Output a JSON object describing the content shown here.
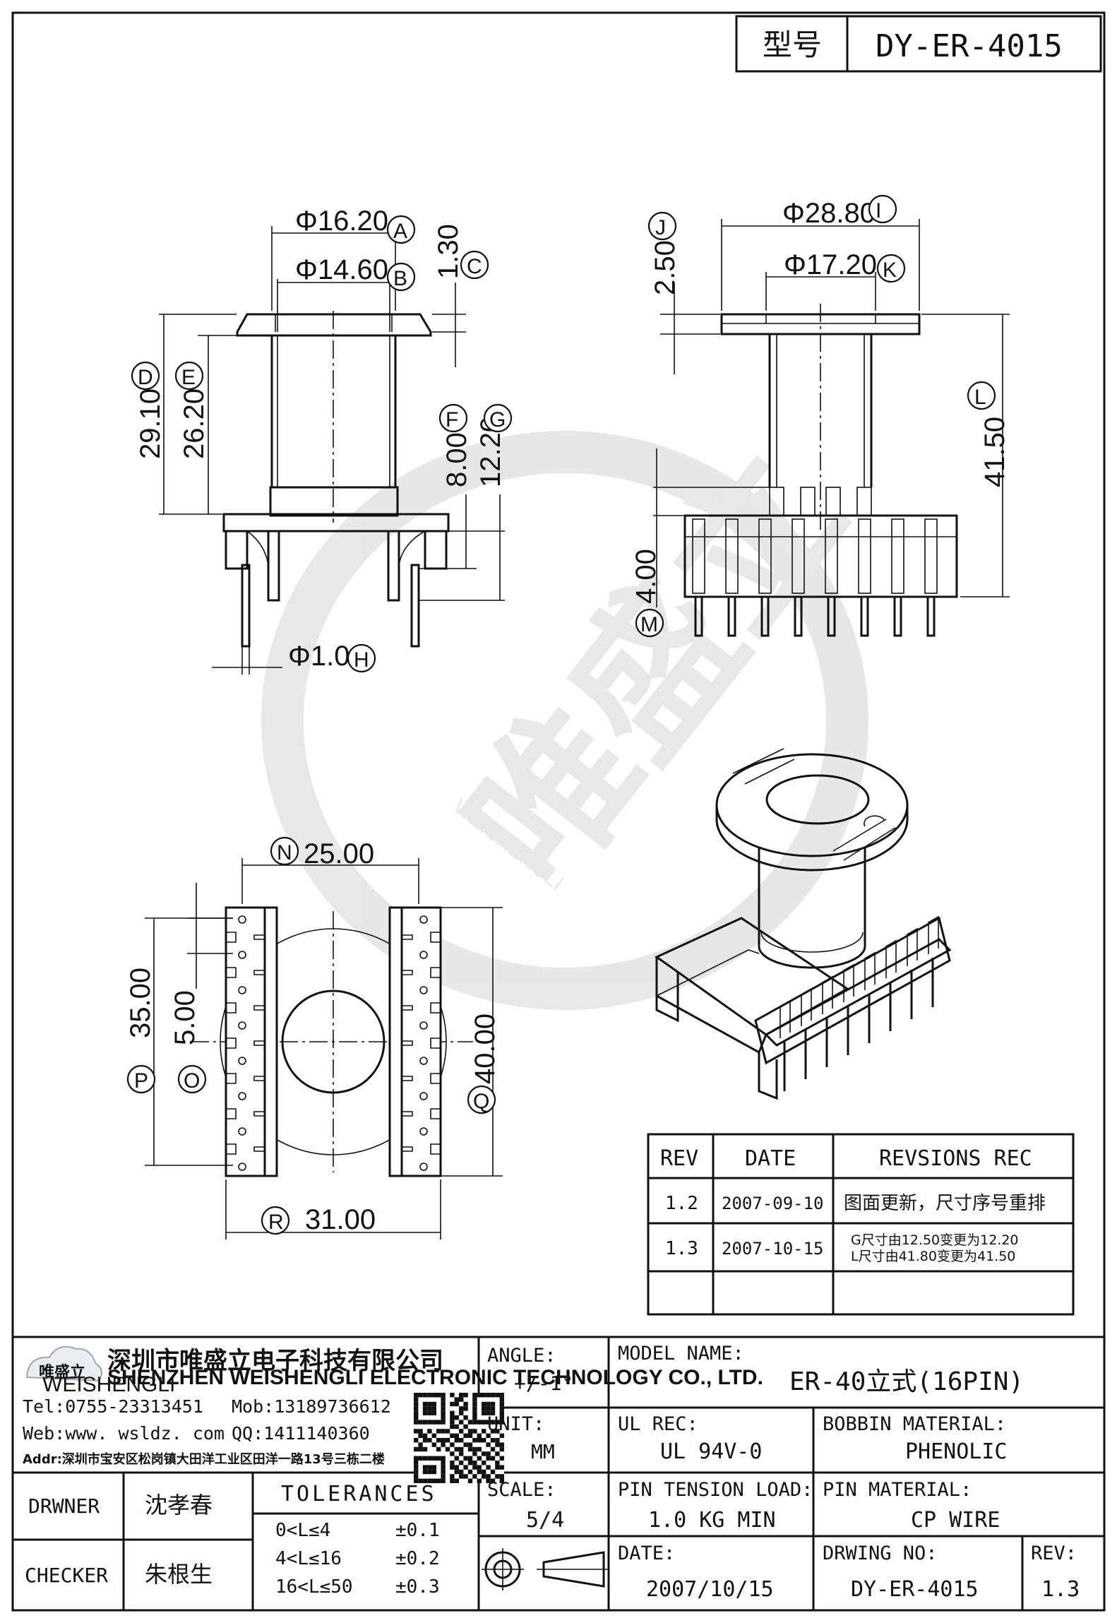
{
  "title_block_top": {
    "type_label": "型号",
    "type_value": "DY-ER-4015"
  },
  "front_view": {
    "dims": {
      "A": "Φ16.20",
      "B": "Φ14.60",
      "C": "1.30",
      "D": "29.10",
      "E": "26.20",
      "F": "8.00",
      "G": "12.20",
      "H": "Φ1.00"
    },
    "letters": [
      "A",
      "B",
      "C",
      "D",
      "E",
      "F",
      "G",
      "H"
    ]
  },
  "side_view": {
    "dims": {
      "I": "Φ28.80",
      "J": "2.50",
      "K": "Φ17.20",
      "L": "41.50",
      "M": "4.00"
    },
    "letters": [
      "I",
      "J",
      "K",
      "L",
      "M"
    ]
  },
  "bottom_view": {
    "dims": {
      "N": "25.00",
      "O": "5.00",
      "P": "35.00",
      "Q": "40.00",
      "R": "31.00"
    },
    "letters": [
      "N",
      "O",
      "P",
      "Q",
      "R"
    ]
  },
  "watermark": {
    "cn": "唯盛立",
    "en": "WEISHENGLI"
  },
  "revisions": {
    "headers": [
      "REV",
      "DATE",
      "REVSIONS REC"
    ],
    "rows": [
      {
        "rev": "1.2",
        "date": "2007-09-10",
        "rec1": "图面更新，尺寸序号重排",
        "rec2": ""
      },
      {
        "rev": "1.3",
        "date": "2007-10-15",
        "rec1": "G尺寸由12.50变更为12.20",
        "rec2": "L尺寸由41.80变更为41.50"
      },
      {
        "rev": "",
        "date": "",
        "rec1": "",
        "rec2": ""
      }
    ]
  },
  "company": {
    "logo_text": "唯盛立",
    "logo_sub": "WEISHENGLI",
    "name_cn": "深圳市唯盛立电子科技有限公司",
    "name_en": "SHENZHEN WEISHENGLI ELECTRONIC TECHNOLOGY CO., LTD.",
    "tel": "Tel:0755-23313451",
    "mob": "Mob:13189736612",
    "web": "Web:www. wsldz. com",
    "qq": "QQ:1411140360",
    "addr": "Addr:深圳市宝安区松岗镇大田洋工业区田洋一路13号三栋二楼"
  },
  "title_block": {
    "angle_label": "ANGLE:",
    "angle_value": "+/-1°",
    "model_label": "MODEL NAME:",
    "model_value": "ER-40立式(16PIN)",
    "unit_label": "UNIT:",
    "unit_value": "MM",
    "ul_label": "UL REC:",
    "ul_value": "UL 94V-0",
    "bobbin_label": "BOBBIN MATERIAL:",
    "bobbin_value": "PHENOLIC",
    "drawer_label": "DRWNER",
    "drawer_value": "沈孝春",
    "tol_label": "TOLERANCES",
    "tol_rows": [
      {
        "range": "0<L≤4",
        "value": "±0.1"
      },
      {
        "range": "4<L≤16",
        "value": "±0.2"
      },
      {
        "range": "16<L≤50",
        "value": "±0.3"
      }
    ],
    "scale_label": "SCALE:",
    "scale_value": "5/4",
    "pin_tension_label": "PIN TENSION LOAD:",
    "pin_tension_value": "1.0 KG MIN",
    "pin_material_label": "PIN MATERIAL:",
    "pin_material_value": "CP WIRE",
    "checker_label": "CHECKER",
    "checker_value": "朱根生",
    "date_label": "DATE:",
    "date_value": "2007/10/15",
    "drwing_label": "DRWING NO:",
    "drwing_value": "DY-ER-4015",
    "rev_label": "REV:",
    "rev_value": "1.3"
  },
  "icons": [
    "projection-symbol-icon",
    "qr-code-icon",
    "cloud-logo-icon"
  ]
}
